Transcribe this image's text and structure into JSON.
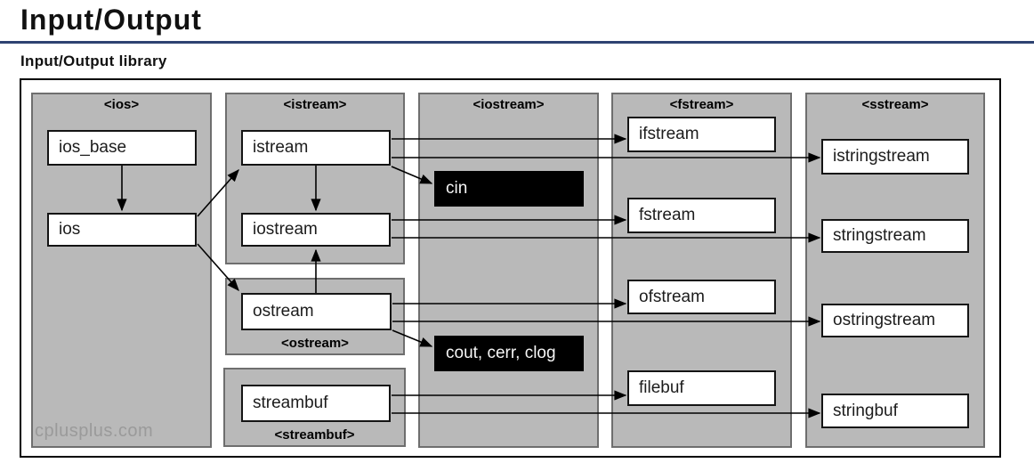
{
  "page": {
    "title": "Input/Output",
    "subtitle": "Input/Output library"
  },
  "watermark": "cplusplus.com",
  "colors": {
    "title_rule": "#2e4372",
    "panel_fill": "#b9b9b9",
    "panel_border": "#6e6e6e",
    "box_border": "#141414",
    "special_box_fill": "#000000",
    "special_box_text": "#f5f5f5",
    "watermark_text": "#9a9a9a"
  },
  "diagram": {
    "panels": [
      {
        "id": "ios",
        "header": "<ios>"
      },
      {
        "id": "istream",
        "header": "<istream>"
      },
      {
        "id": "iostream",
        "header": "<iostream>"
      },
      {
        "id": "fstream",
        "header": "<fstream>"
      },
      {
        "id": "sstream",
        "header": "<sstream>"
      },
      {
        "id": "ostream",
        "footer": "<ostream>"
      },
      {
        "id": "streambuf",
        "footer": "<streambuf>"
      }
    ],
    "boxes": [
      {
        "id": "ios_base",
        "label": "ios_base",
        "variant": "white"
      },
      {
        "id": "ios",
        "label": "ios",
        "variant": "white"
      },
      {
        "id": "istream",
        "label": "istream",
        "variant": "white"
      },
      {
        "id": "iostream",
        "label": "iostream",
        "variant": "white"
      },
      {
        "id": "ostream",
        "label": "ostream",
        "variant": "white"
      },
      {
        "id": "streambuf",
        "label": "streambuf",
        "variant": "white"
      },
      {
        "id": "cin",
        "label": "cin",
        "variant": "black"
      },
      {
        "id": "cout_cerr_clog",
        "label": "cout, cerr, clog",
        "variant": "black"
      },
      {
        "id": "ifstream",
        "label": "ifstream",
        "variant": "white"
      },
      {
        "id": "fstream",
        "label": "fstream",
        "variant": "white"
      },
      {
        "id": "ofstream",
        "label": "ofstream",
        "variant": "white"
      },
      {
        "id": "filebuf",
        "label": "filebuf",
        "variant": "white"
      },
      {
        "id": "istringstream",
        "label": "istringstream",
        "variant": "white"
      },
      {
        "id": "stringstream",
        "label": "stringstream",
        "variant": "white"
      },
      {
        "id": "ostringstream",
        "label": "ostringstream",
        "variant": "white"
      },
      {
        "id": "stringbuf",
        "label": "stringbuf",
        "variant": "white"
      }
    ],
    "connections": [
      {
        "from": "ios_base",
        "to": "ios"
      },
      {
        "from": "ios",
        "to": "istream"
      },
      {
        "from": "ios",
        "to": "ostream"
      },
      {
        "from": "istream",
        "to": "iostream"
      },
      {
        "from": "ostream",
        "to": "iostream"
      },
      {
        "from": "istream",
        "to": "cin"
      },
      {
        "from": "ostream",
        "to": "cout_cerr_clog"
      },
      {
        "from": "istream",
        "to": "ifstream"
      },
      {
        "from": "istream",
        "to": "istringstream"
      },
      {
        "from": "iostream",
        "to": "fstream"
      },
      {
        "from": "iostream",
        "to": "stringstream"
      },
      {
        "from": "ostream",
        "to": "ofstream"
      },
      {
        "from": "ostream",
        "to": "ostringstream"
      },
      {
        "from": "streambuf",
        "to": "filebuf"
      },
      {
        "from": "streambuf",
        "to": "stringbuf"
      }
    ]
  }
}
